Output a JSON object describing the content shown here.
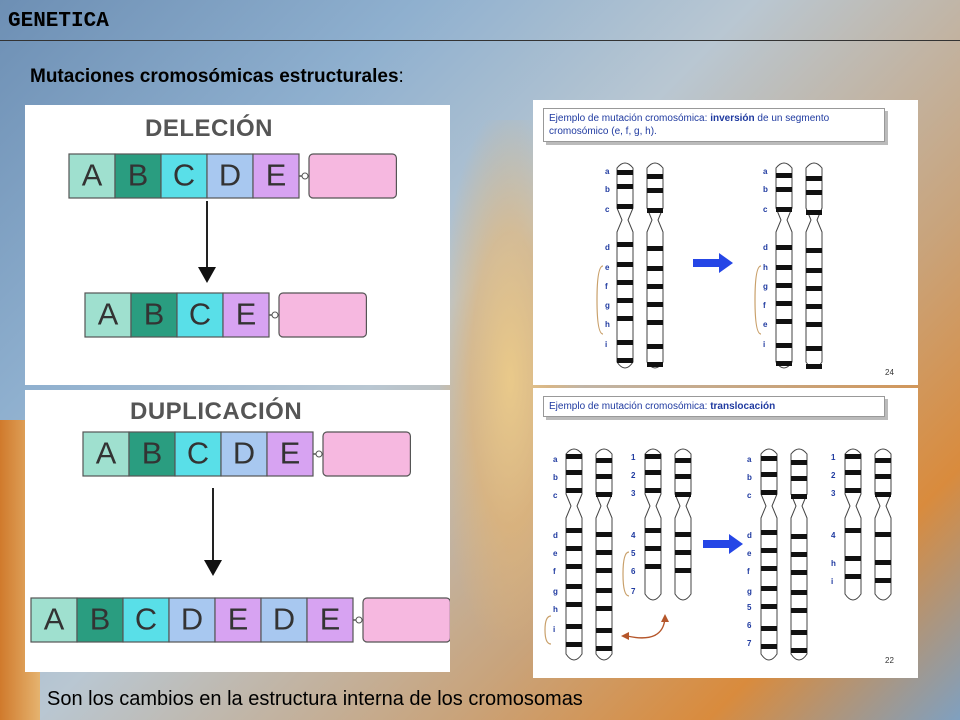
{
  "header": {
    "title": "GENETICA"
  },
  "subtitle": {
    "text": "Mutaciones cromosómicas estructurales",
    "colon": ":"
  },
  "footer": {
    "text": "Son los cambios en la estructura interna de los cromosomas"
  },
  "deletion": {
    "title": "DELECIÓN",
    "before": [
      "A",
      "B",
      "C",
      "D",
      "E"
    ],
    "after": [
      "A",
      "B",
      "C",
      "E"
    ]
  },
  "duplication": {
    "title": "DUPLICACIÓN",
    "before": [
      "A",
      "B",
      "C",
      "D",
      "E"
    ],
    "after": [
      "A",
      "B",
      "C",
      "D",
      "E",
      "D",
      "E"
    ]
  },
  "inversion": {
    "caption_pre": "Ejemplo de mutación cromosómica: ",
    "caption_bold": "inversión",
    "caption_post": " de un segmento cromosómico (e, f, g, h).",
    "left_labels": [
      "a",
      "b",
      "c",
      "d",
      "e",
      "f",
      "g",
      "h",
      "i"
    ],
    "right_labels": [
      "a",
      "b",
      "c",
      "d",
      "h",
      "g",
      "f",
      "e",
      "i"
    ],
    "page": "24"
  },
  "translocation": {
    "caption_pre": "Ejemplo de mutación cromosómica: ",
    "caption_bold": "translocación",
    "before_a": [
      "a",
      "b",
      "c",
      "d",
      "e",
      "f",
      "g",
      "h",
      "i"
    ],
    "before_b": [
      "1",
      "2",
      "3",
      "4",
      "5",
      "6",
      "7"
    ],
    "after_a": [
      "a",
      "b",
      "c",
      "d",
      "e",
      "f",
      "g",
      "5",
      "6",
      "7"
    ],
    "after_b": [
      "1",
      "2",
      "3",
      "4",
      "h",
      "i"
    ],
    "page": "22"
  },
  "colors": {
    "A": "#9fe0cf",
    "B": "#2a9d80",
    "C": "#59dfe8",
    "D": "#a8c8f0",
    "E": "#d7a3f2",
    "tail": "#f6b8e0",
    "label": "#1f3aa0",
    "arrow": "#2546e6"
  }
}
